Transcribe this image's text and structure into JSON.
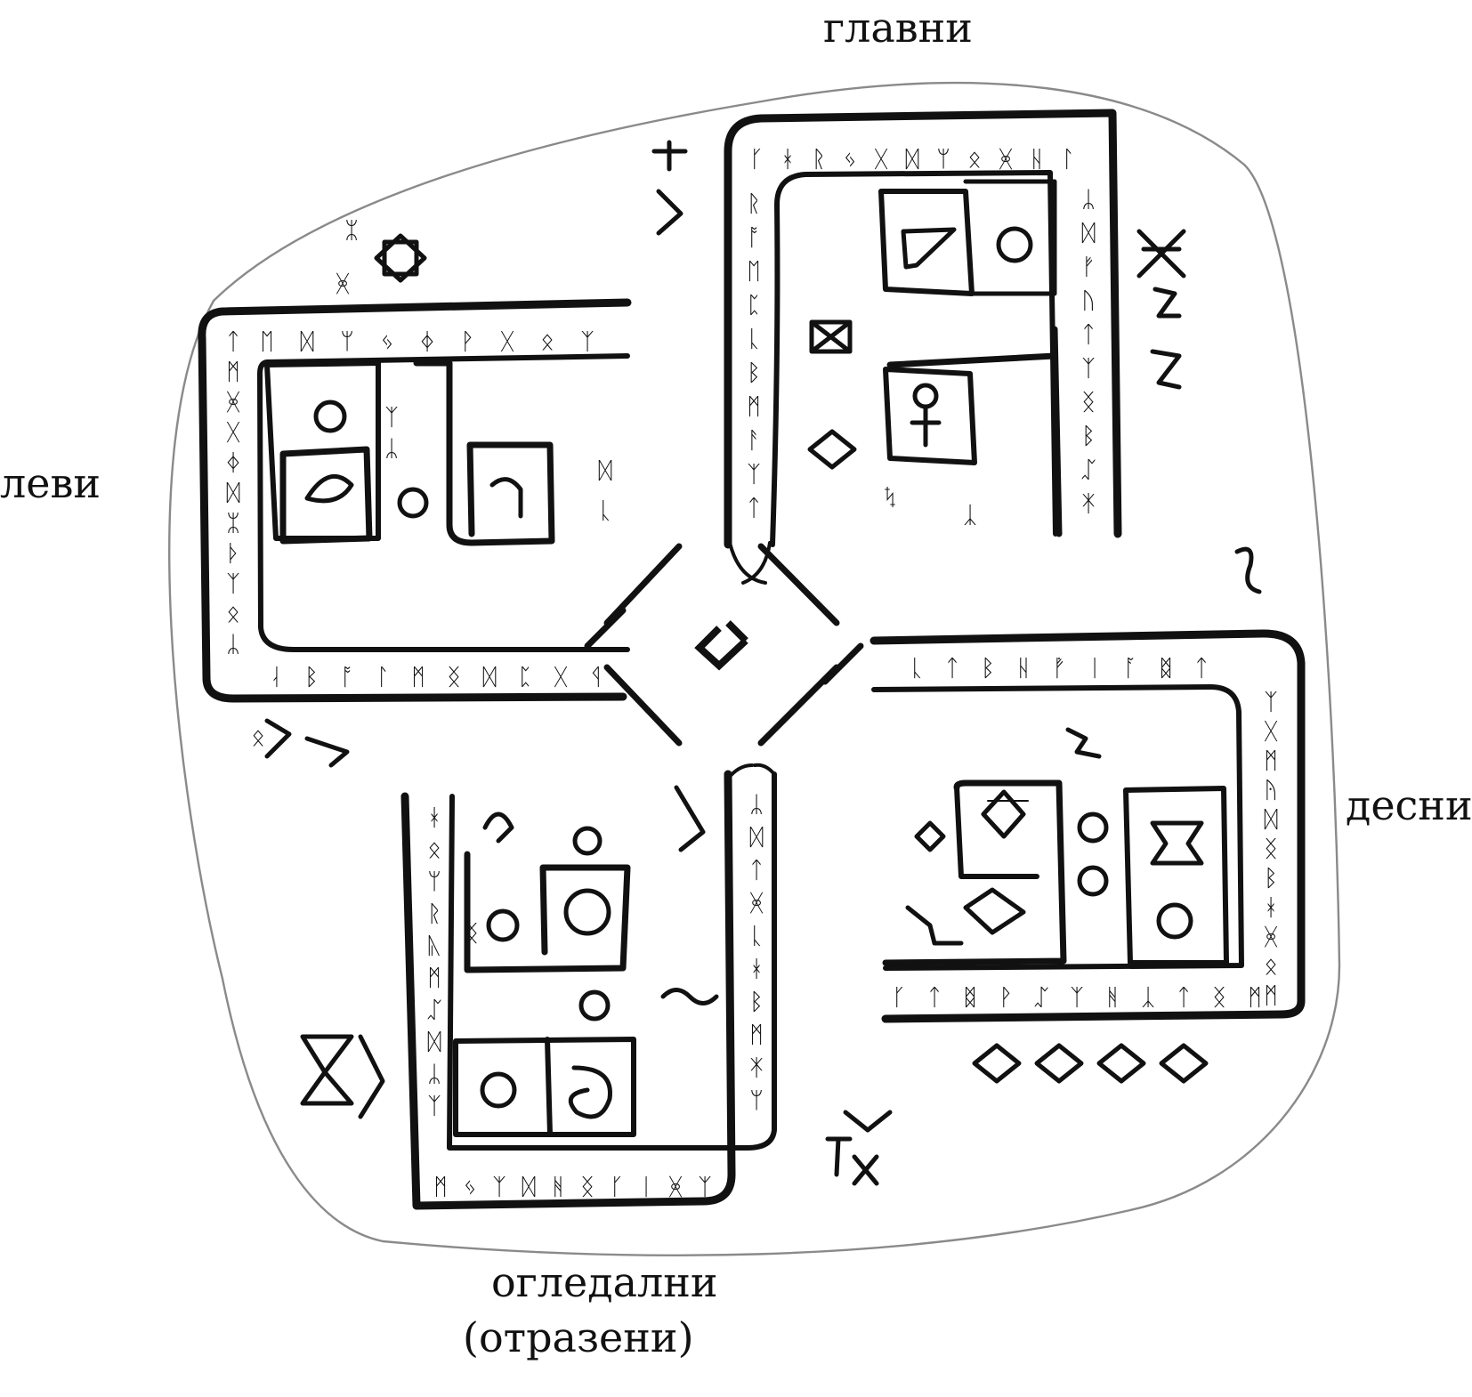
{
  "labels": {
    "top": "главни",
    "left": "леви",
    "right": "десни",
    "bottom": "огледални",
    "bottom_paren": "(отразени)"
  },
  "colors": {
    "ink": "#111111",
    "outline": "#8a8a8a",
    "background": "#ffffff"
  },
  "glyph_sets": {
    "top_row": "ᚴᚼᚱᛃᚷᛞᛘᛟᚸᚺᛚ",
    "top_right_col": "ᛦᛞᚠᚢᛏᛉᛝᛒᛢᛡ",
    "top_left_col": "ᚱᚩᛖᛈᚳᛒᛗᚨᛉᛏ",
    "left_top_row": "ᛖᛞᛘᛃᛄᚹᚷᛟᛉ",
    "left_col": "ᛏᛗᚸᚷᛄᛞᛯᚦᛉᛟᛦ",
    "left_bottom_row": "ᛆᛒᚩᛚᛗᛝᛞᛈᚷᛩ",
    "right_top_row": "ᚳᛏᛒᚺᚡᛁᚪᛥᛏ",
    "right_col": "ᛉᚷᛗᚤᛞᛝᛒᚼᚸᛟᛗ",
    "right_bottom_row": "ᚴᛏᛥᚹᛢᛉᚻᛣᛏᛝᛗ",
    "bottom_left_col": "ᚼᛟᛘᚱᚣᛗᛢᛞᛦᛉ",
    "bottom_right_col": "ᛦᛞᛏᚸᚳᚼᛒᛗᛡᛘ",
    "bottom_row": "ᛗᛃᛉᛞᚻᛝᚴᛁᚸᛉ",
    "scatter": "ᛯᚸᛉᛦᛞᚳᛪᛣᛟᛝ"
  }
}
